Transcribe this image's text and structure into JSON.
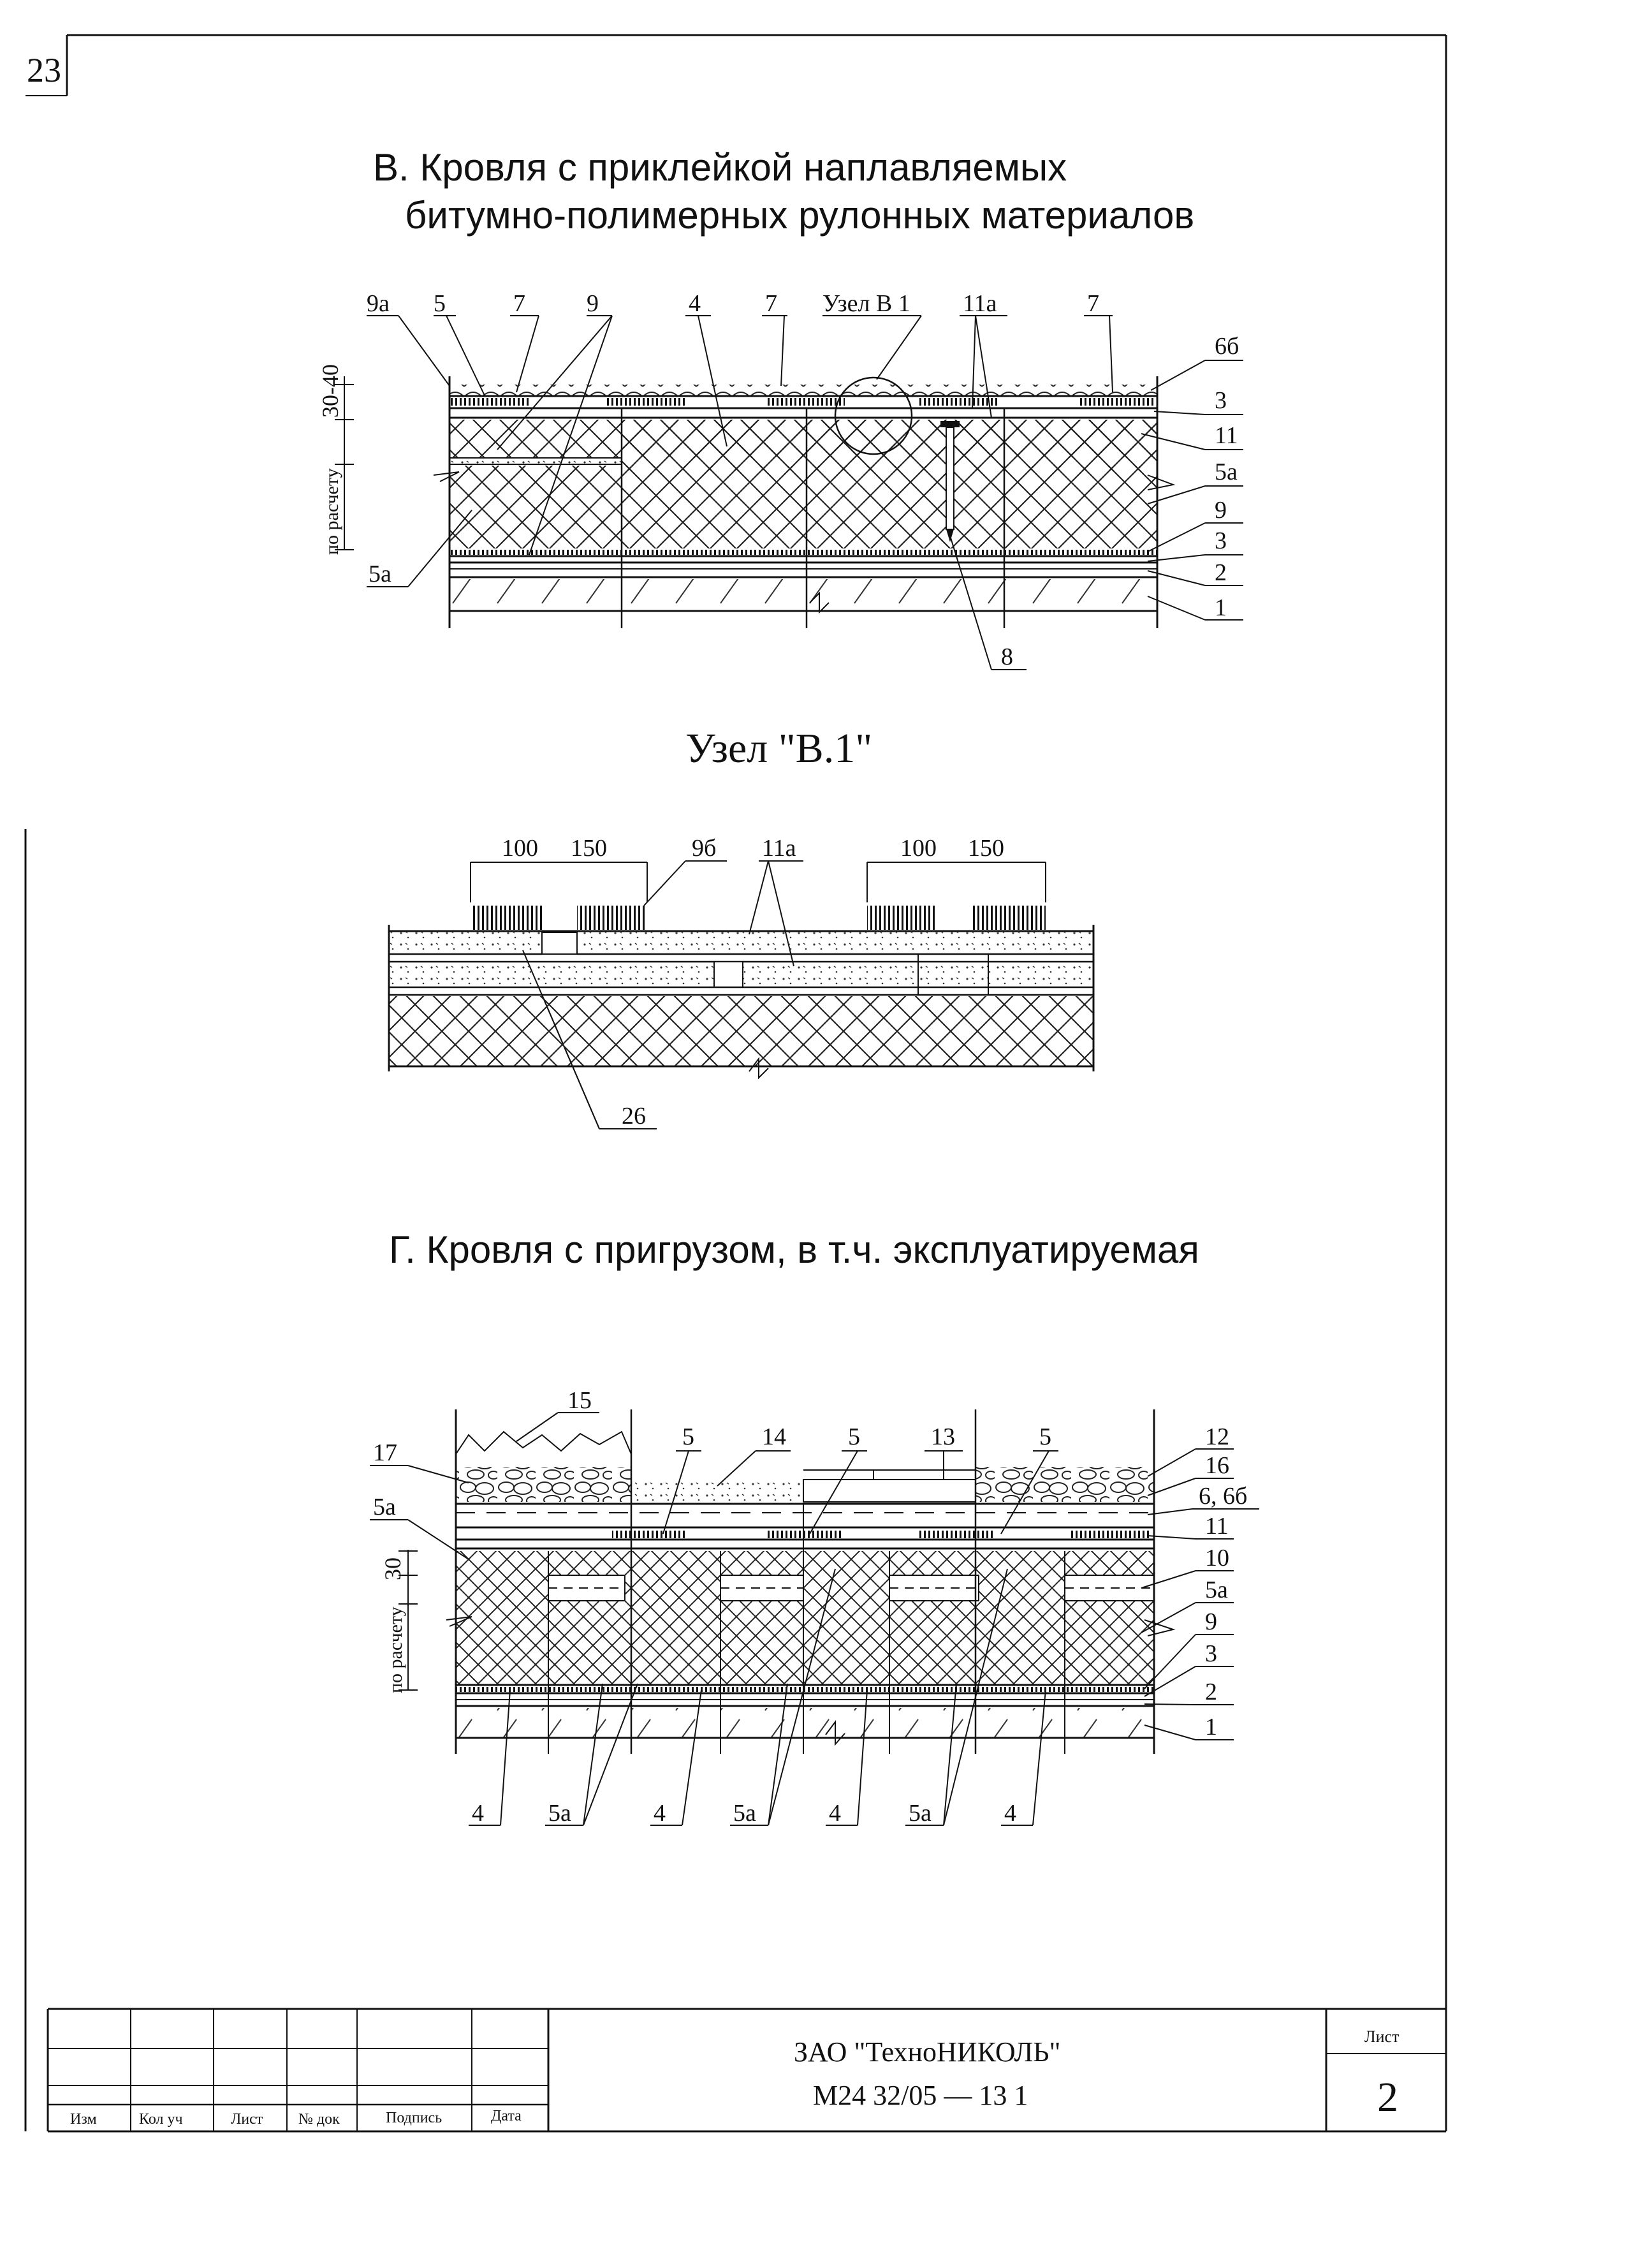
{
  "page_number": "23",
  "section_v": {
    "title_line1": "В. Кровля с приклейкой наплавляемых",
    "title_line2": "битумно-полимерных рулонных материалов",
    "callouts_top": [
      "9а",
      "5",
      "7",
      "9",
      "4",
      "7",
      "Узел В 1",
      "11а",
      "7"
    ],
    "callouts_right": [
      "6б",
      "3",
      "11",
      "5а",
      "9",
      "3",
      "2",
      "1"
    ],
    "callout_bottom": "8",
    "callout_left": "5а",
    "dim_top": "30-40",
    "dim_bottom": "по расчету"
  },
  "node_b1": {
    "title": "Узел \"В.1\"",
    "dim_left": [
      "100",
      "150"
    ],
    "dim_right": [
      "100",
      "150"
    ],
    "callout_9b": "9б",
    "callout_11a": "11а",
    "callout_26": "26"
  },
  "section_g": {
    "title": "Г. Кровля с пригрузом, в т.ч. эксплуатируемая",
    "callouts_top": [
      "15",
      "5",
      "14",
      "5",
      "13",
      "5"
    ],
    "callouts_left": [
      "17",
      "5а"
    ],
    "callouts_right": [
      "12",
      "16",
      "6, 6б",
      "11",
      "10",
      "5а",
      "9",
      "3",
      "2",
      "1"
    ],
    "callouts_bottom": [
      "4",
      "5а",
      "4",
      "5а",
      "4",
      "5а",
      "4"
    ],
    "dim_top": "30",
    "dim_bottom": "по расчету"
  },
  "title_block": {
    "col_headers": [
      "Изм",
      "Кол уч",
      "Лист",
      "№ док",
      "Подпись",
      "Дата"
    ],
    "company": "ЗАО \"ТехноНИКОЛЬ\"",
    "doc_code": "М24 32/05 — 13 1",
    "sheet_label": "Лист",
    "sheet_number": "2"
  }
}
